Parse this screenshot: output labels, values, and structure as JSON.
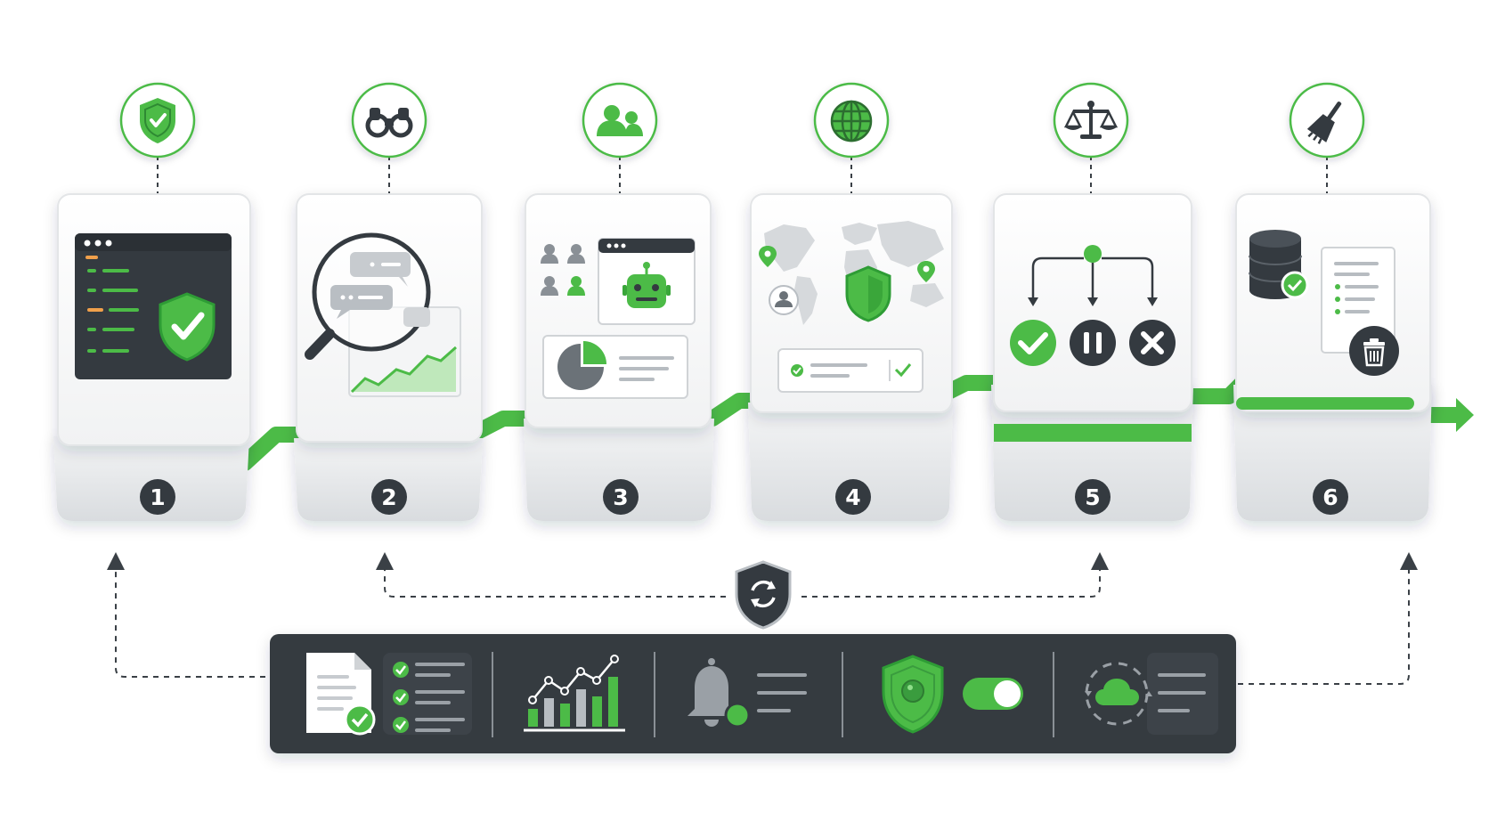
{
  "steps": [
    {
      "number": "1",
      "top_icon": "shield-check-icon",
      "illustration": "secure-terminal"
    },
    {
      "number": "2",
      "top_icon": "binoculars-icon",
      "illustration": "magnifier-chat-review"
    },
    {
      "number": "3",
      "top_icon": "users-icon",
      "illustration": "team-bot-analytics"
    },
    {
      "number": "4",
      "top_icon": "globe-icon",
      "illustration": "world-map-shield"
    },
    {
      "number": "5",
      "top_icon": "scales-icon",
      "illustration": "decision-tree-approve-pause-reject"
    },
    {
      "number": "6",
      "top_icon": "broom-icon",
      "illustration": "database-cleanup-delete"
    }
  ],
  "center_icon": "shield-sync-icon",
  "toolbar_items": [
    "document-checklist-icon",
    "bar-chart-trend-icon",
    "bell-notification-icon",
    "shield-toggle-icon",
    "cloud-sync-icon"
  ],
  "colors": {
    "accent": "#4CBB47",
    "accent_dark": "#2E9C35",
    "dark": "#343A40",
    "card": "#F7F8F9",
    "line": "#2F3438"
  },
  "toggle_state": "on"
}
